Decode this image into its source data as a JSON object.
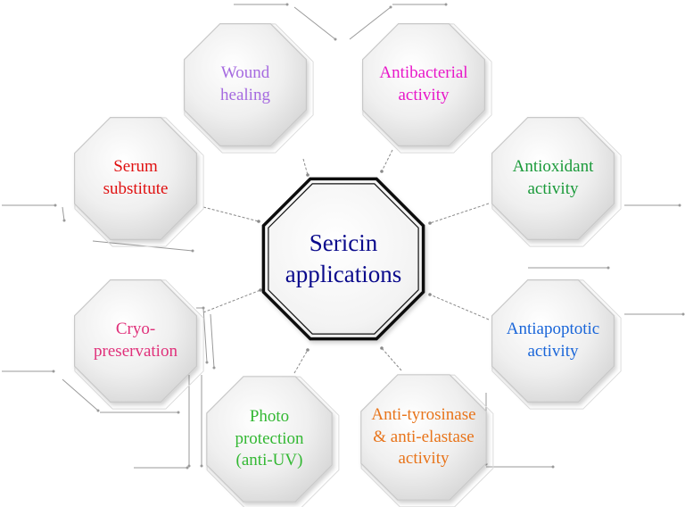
{
  "center": {
    "text": "Sericin\napplications",
    "color": "#0a0a8c"
  },
  "applications": [
    {
      "id": "wound-healing",
      "text": "Wound\nhealing",
      "color": "#a66be0"
    },
    {
      "id": "antibacterial-activity",
      "text": "Antibacterial\nactivity",
      "color": "#e817c9"
    },
    {
      "id": "antioxidant-activity",
      "text": "Antioxidant\nactivity",
      "color": "#1a9a3a"
    },
    {
      "id": "antiapoptotic-activity",
      "text": "Antiapoptotic\nactivity",
      "color": "#1a66d9"
    },
    {
      "id": "anti-tyrosinase-anti-elastase-activity",
      "text": "Anti-tyrosinase\n& anti-elastase\nactivity",
      "color": "#e8741a"
    },
    {
      "id": "photo-protection",
      "text": "Photo\nprotection\n(anti-UV)",
      "color": "#33b833"
    },
    {
      "id": "cryo-preservation",
      "text": "Cryo-\npreservation",
      "color": "#e0307a"
    },
    {
      "id": "serum-substitute",
      "text": "Serum\nsubstitute",
      "color": "#e01010"
    }
  ],
  "colors": {
    "octagon_fill_light": "#ffffff",
    "octagon_fill_dark": "#d4d4d4",
    "octagon_edge": "#c8c8c8",
    "center_stroke": "#111111",
    "connector": "#8a8a8a"
  }
}
